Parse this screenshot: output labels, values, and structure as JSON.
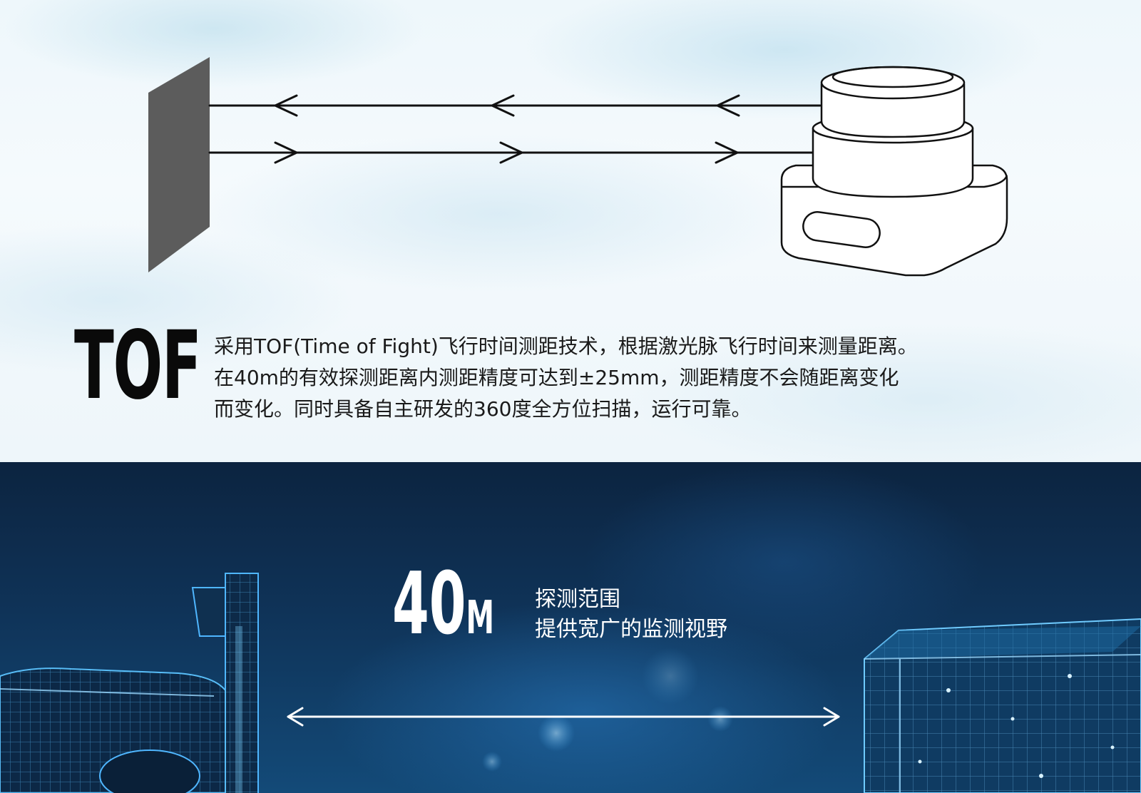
{
  "tof": {
    "title": "TOF",
    "lines": [
      "采用TOF(Time of Fight)飞行时间测距技术，根据激光脉飞行时间来测量距离。",
      "在40m的有效探测距离内测距精度可达到±25mm，测距精度不会随距离变化",
      "而变化。同时具备自主研发的360度全方位扫描，运行可靠。"
    ]
  },
  "range": {
    "value": "40",
    "unit": "M",
    "label1": "探测范围",
    "label2": "提供宽广的监测视野"
  },
  "colors": {
    "wall": "#5c5c5c",
    "ink": "#111111",
    "dark_bg": "#0f3358",
    "glow": "#4fb6ff"
  },
  "icons": {
    "sensor": "lidar-sensor-icon",
    "wall": "reflector-wall-icon",
    "arrow": "double-arrow-icon"
  }
}
